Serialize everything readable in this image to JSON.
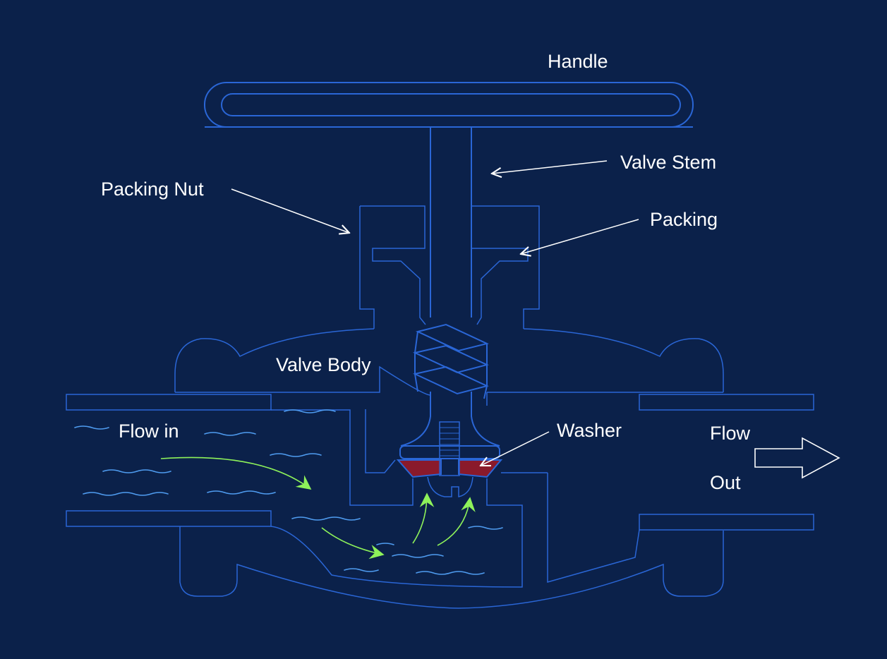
{
  "diagram": {
    "labels": {
      "handle": "Handle",
      "valve_stem": "Valve Stem",
      "packing_nut": "Packing Nut",
      "packing": "Packing",
      "valve_body": "Valve Body",
      "washer": "Washer",
      "flow_in": "Flow in",
      "flow_out_line1": "Flow",
      "flow_out_line2": "Out"
    },
    "colors": {
      "background": "#0b214a",
      "outline": "#2a66d6",
      "water": "#4f9cf0",
      "washer": "#8a1a2b",
      "flow_arrow": "#8ef25a",
      "pointer": "#ffffff",
      "text": "#ffffff"
    }
  }
}
